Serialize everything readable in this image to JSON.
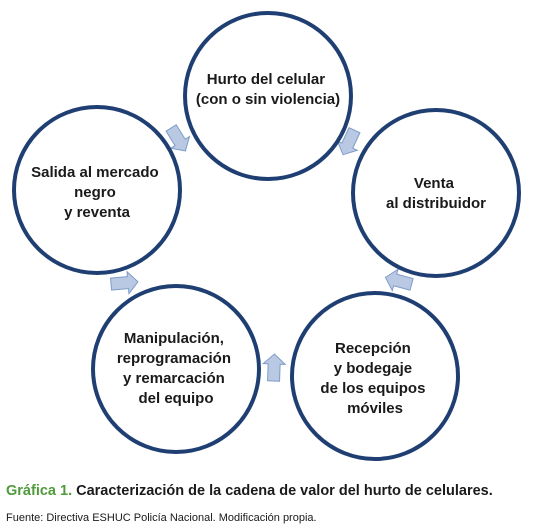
{
  "diagram": {
    "nodes": [
      {
        "id": "hurto",
        "lines": [
          "Hurto del celular",
          "(con o sin violencia)"
        ]
      },
      {
        "id": "venta",
        "lines": [
          "Venta",
          "al distribuidor"
        ]
      },
      {
        "id": "recepcion",
        "lines": [
          "Recepción",
          "y bodegaje",
          "de los equipos",
          "móviles"
        ]
      },
      {
        "id": "manipulacion",
        "lines": [
          "Manipulación,",
          "reprogramación",
          "y remarcación",
          "del equipo"
        ]
      },
      {
        "id": "salida",
        "lines": [
          "Salida al mercado",
          "negro",
          "y reventa"
        ]
      }
    ],
    "colors": {
      "circle_stroke": "#1f3f73",
      "arrow_fill": "#b9c9e4",
      "arrow_stroke": "#7f9bc7",
      "caption_label": "#4f9a3b"
    }
  },
  "caption": {
    "label": "Gráfica 1.",
    "text": "Caracterización de la cadena de valor del hurto de celulares."
  },
  "source": {
    "text": "Fuente: Directiva ESHUC Policía Nacional. Modificación propia."
  }
}
